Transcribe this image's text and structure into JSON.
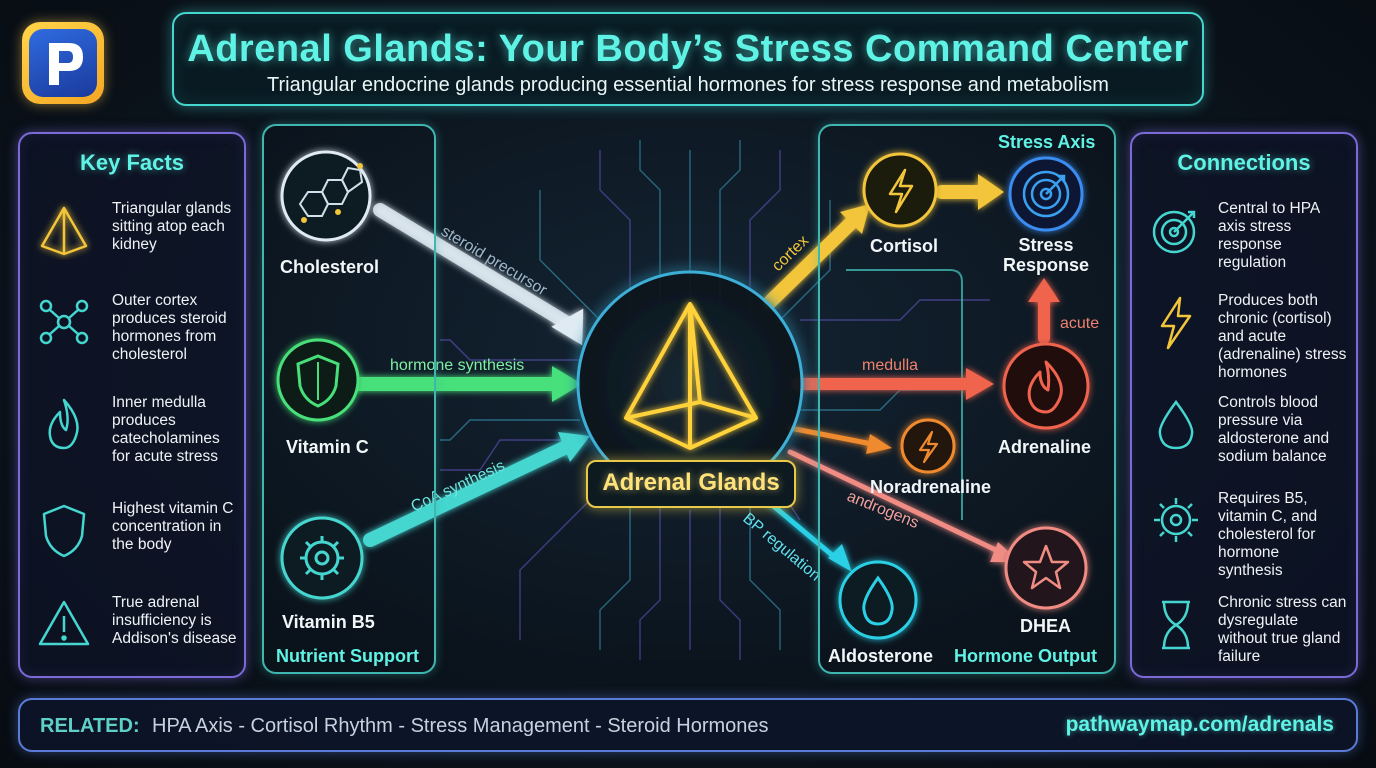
{
  "header": {
    "title": "Adrenal Glands: Your Body’s Stress Command Center",
    "subtitle": "Triangular endocrine glands producing essential hormones for stress response and metabolism"
  },
  "key_facts": {
    "heading": "Key Facts",
    "items": [
      {
        "icon": "pyramid-icon",
        "text": "Triangular glands sitting atop each kidney"
      },
      {
        "icon": "molecule-icon",
        "text": "Outer cortex produces steroid hormones from cholesterol"
      },
      {
        "icon": "flame-icon",
        "text": "Inner medulla produces catecholamines for acute stress"
      },
      {
        "icon": "shield-icon",
        "text": "Highest vitamin C concentration in the body"
      },
      {
        "icon": "warning-icon",
        "text": "True adrenal insufficiency is Addison's disease"
      }
    ]
  },
  "connections": {
    "heading": "Connections",
    "items": [
      {
        "icon": "target-icon",
        "text": "Central to HPA axis stress response regulation"
      },
      {
        "icon": "lightning-icon",
        "text": "Produces both chronic (cortisol) and acute (adrenaline) stress hormones"
      },
      {
        "icon": "droplet-icon",
        "text": "Controls blood pressure via aldosterone and sodium balance"
      },
      {
        "icon": "gear-icon",
        "text": "Requires B5, vitamin C, and cholesterol for hormone synthesis"
      },
      {
        "icon": "hourglass-icon",
        "text": "Chronic stress can dysregulate without true gland failure"
      }
    ]
  },
  "diagram": {
    "center": "Adrenal Glands",
    "nutrient_section": "Nutrient Support",
    "output_section": "Hormone Output",
    "stress_axis": "Stress Axis",
    "inputs": [
      {
        "name": "Cholesterol",
        "arrow_label": "steroid precursor",
        "color": "#dfeaf2"
      },
      {
        "name": "Vitamin C",
        "arrow_label": "hormone synthesis",
        "color": "#46e07a"
      },
      {
        "name": "Vitamin B5",
        "arrow_label": "CoA synthesis",
        "color": "#45d6d0"
      }
    ],
    "outputs": [
      {
        "name": "Cortisol",
        "arrow_label": "cortex",
        "color": "#f2c53a"
      },
      {
        "name": "Stress Response",
        "color": "#3a8cf0"
      },
      {
        "name": "Adrenaline",
        "arrow_label": "medulla",
        "color": "#f0644e"
      },
      {
        "name": "Noradrenaline",
        "color": "#f08a2e"
      },
      {
        "name": "Aldosterone",
        "arrow_label": "BP regulation",
        "color": "#2ad0e6"
      },
      {
        "name": "DHEA",
        "arrow_label": "androgens",
        "color": "#f08c84"
      }
    ],
    "acute_label": "acute"
  },
  "footer": {
    "related_label": "RELATED:",
    "related": "HPA Axis - Cortisol Rhythm - Stress Management - Steroid Hormones",
    "url": "pathwaymap.com/adrenals"
  }
}
